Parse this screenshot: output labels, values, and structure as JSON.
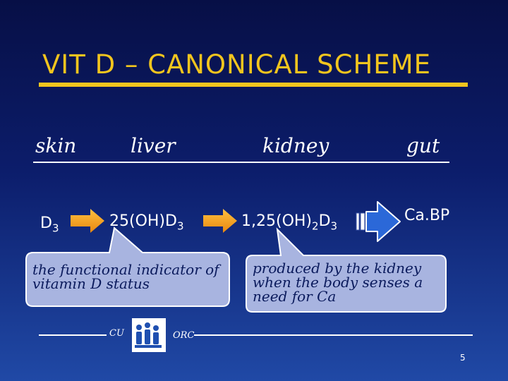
{
  "title": "VIT D – CANONICAL SCHEME",
  "organs": [
    "skin",
    "liver",
    "kidney",
    "gut"
  ],
  "compounds": {
    "d3": {
      "base": "D",
      "sub": "3"
    },
    "hydroxy": {
      "base": "25(OH)D",
      "sub": "3"
    },
    "dihydroxy": {
      "base": "1,25(OH)",
      "sub": "2",
      "tail": "D",
      "tail_sub": "3"
    },
    "cabp": "Ca.BP"
  },
  "callouts": {
    "left": "the functional indicator of vitamin D status",
    "right": "produced by the kidney when the body senses a need for Ca"
  },
  "footer": {
    "left_label": "CU",
    "right_label": "ORC",
    "icon": "people-group-logo-icon"
  },
  "page_number": "5",
  "colors": {
    "title": "#f2c51e",
    "arrow": "#f5a020",
    "bubble": "#a8b4e0",
    "logo_bg": "#ffffff"
  }
}
